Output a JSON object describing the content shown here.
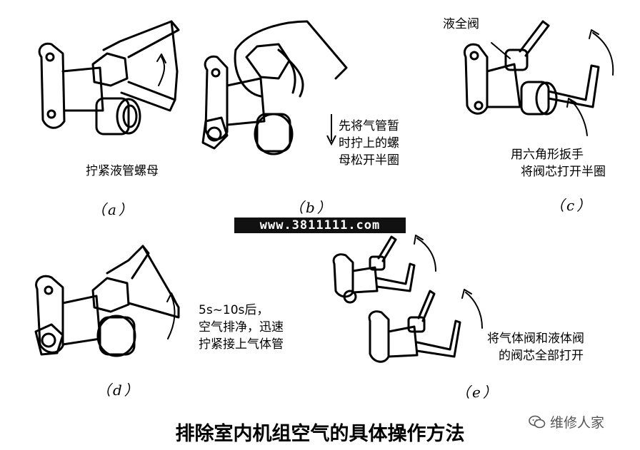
{
  "panels": {
    "a": {
      "tag": "（a）",
      "caption": "拧紧液管螺母"
    },
    "b": {
      "tag": "（b）",
      "caption": [
        "先将气管暂",
        "时拧上的螺",
        "母松开半圈"
      ]
    },
    "c": {
      "tag": "（c）",
      "label": "液全阀",
      "caption": [
        "用六角形扳手",
        "将阀芯打开半圈"
      ]
    },
    "d": {
      "tag": "（d）",
      "caption": [
        "5s~10s后，",
        "空气排净，迅速",
        "拧紧接上气体管"
      ]
    },
    "e": {
      "tag": "（e）",
      "caption": [
        "将气体阀和液体阀",
        "的阀芯全部打开"
      ]
    }
  },
  "watermark": "www.3811111.com",
  "title": "排除室内机组空气的具体操作方法",
  "brand": {
    "name": "维修人家",
    "icon": "wechat-icon"
  }
}
